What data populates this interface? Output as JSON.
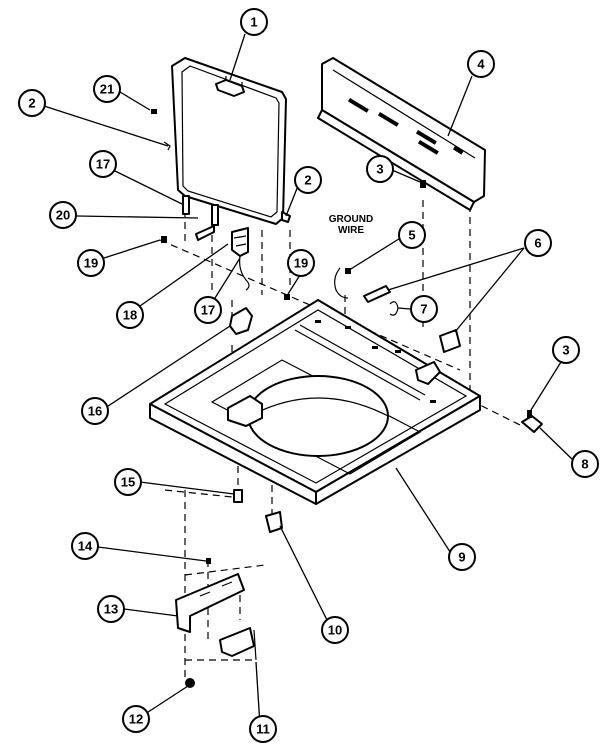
{
  "callouts": [
    {
      "id": "c1",
      "text": "1"
    },
    {
      "id": "c2a",
      "text": "2"
    },
    {
      "id": "c2b",
      "text": "2"
    },
    {
      "id": "c3a",
      "text": "3"
    },
    {
      "id": "c3b",
      "text": "3"
    },
    {
      "id": "c4",
      "text": "4"
    },
    {
      "id": "c5",
      "text": "5"
    },
    {
      "id": "c6",
      "text": "6"
    },
    {
      "id": "c7",
      "text": "7"
    },
    {
      "id": "c8",
      "text": "8"
    },
    {
      "id": "c9",
      "text": "9"
    },
    {
      "id": "c10",
      "text": "10"
    },
    {
      "id": "c11",
      "text": "11"
    },
    {
      "id": "c12",
      "text": "12"
    },
    {
      "id": "c13",
      "text": "13"
    },
    {
      "id": "c14",
      "text": "14"
    },
    {
      "id": "c15",
      "text": "15"
    },
    {
      "id": "c16",
      "text": "16"
    },
    {
      "id": "c17a",
      "text": "17"
    },
    {
      "id": "c17b",
      "text": "17"
    },
    {
      "id": "c18",
      "text": "18"
    },
    {
      "id": "c19a",
      "text": "19"
    },
    {
      "id": "c19b",
      "text": "19"
    },
    {
      "id": "c20",
      "text": "20"
    },
    {
      "id": "c21",
      "text": "21"
    }
  ],
  "labels": {
    "ground_wire_line1": "GROUND",
    "ground_wire_line2": "WIRE"
  }
}
